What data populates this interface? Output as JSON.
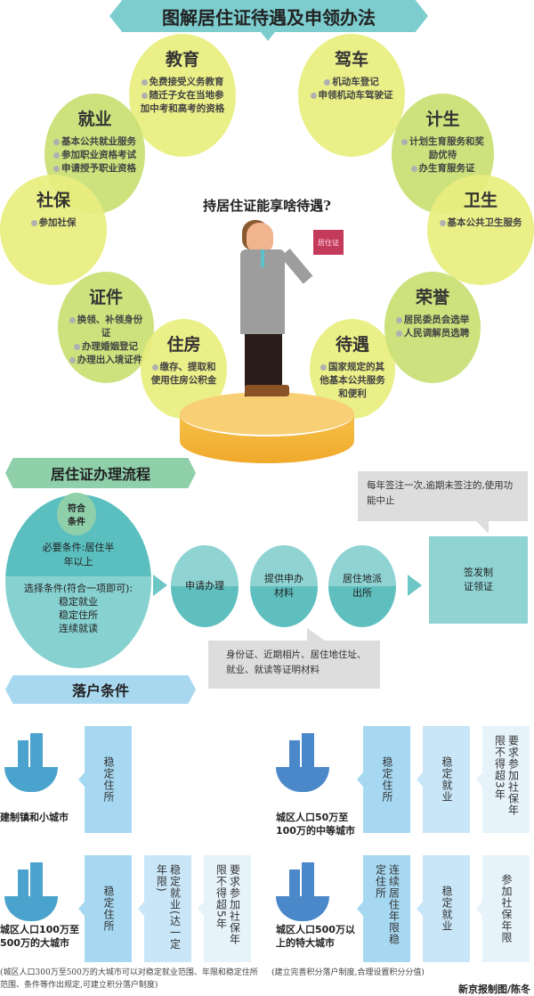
{
  "title": "图解居住证待遇及申领办法",
  "question": "持居住证能享啥待遇?",
  "card_label": "居住证",
  "benefits": [
    {
      "title": "教育",
      "items": [
        "免费接受义务教育",
        "随迁子女在当地参加中考和高考的资格"
      ]
    },
    {
      "title": "驾车",
      "items": [
        "机动车登记",
        "申领机动车驾驶证"
      ]
    },
    {
      "title": "就业",
      "items": [
        "基本公共就业服务",
        "参加职业资格考试",
        "申请授予职业资格"
      ]
    },
    {
      "title": "计生",
      "items": [
        "计划生育服务和奖励优待",
        "办生育服务证"
      ]
    },
    {
      "title": "社保",
      "items": [
        "参加社保"
      ]
    },
    {
      "title": "卫生",
      "items": [
        "基本公共卫生服务"
      ]
    },
    {
      "title": "证件",
      "items": [
        "换领、补领身份证",
        "办理婚姻登记",
        "办理出入境证件"
      ]
    },
    {
      "title": "住房",
      "items": [
        "缴存、提取和使用住房公积金"
      ]
    },
    {
      "title": "待遇",
      "items": [
        "国家规定的其他基本公共服务和便利"
      ]
    },
    {
      "title": "荣誉",
      "items": [
        "居民委员会选举",
        "人民调解员选聘"
      ]
    }
  ],
  "process": {
    "title": "居住证办理流程",
    "condition_badge": "符合条件",
    "required": "必要条件:居住半年以上",
    "optional_title": "选择条件(符合一项即可):",
    "optional": [
      "稳定就业",
      "稳定住所",
      "连续就读"
    ],
    "steps": [
      "申请办理",
      "提供申办材料",
      "居住地派出所"
    ],
    "final": "签发制证领证",
    "note_top": "每年签注一次,逾期未签注的,使用功能中止",
    "note_bottom": "身份证、近期相片、居住地住址、就业、就读等证明材料"
  },
  "hukou": {
    "title": "落户条件",
    "cities": [
      {
        "name": "建制镇和小城市",
        "conditions": [
          "稳定住所"
        ]
      },
      {
        "name": "城区人口50万至100万的中等城市",
        "conditions": [
          "稳定住所",
          "稳定就业",
          "要求参加社保年限不得超3年"
        ]
      },
      {
        "name": "城区人口100万至500万的大城市",
        "conditions": [
          "稳定住所",
          "稳定就业(达一定年限)",
          "要求参加社保年限不得超5年"
        ]
      },
      {
        "name": "城区人口500万以上的特大城市",
        "conditions": [
          "连续居住年限稳定住所",
          "稳定就业",
          "参加社保年限"
        ]
      }
    ],
    "note_left": "(城区人口300万至500万的大城市可以对稳定就业范围、年限和稳定住所范围、条件等作出规定,可建立积分落户制度)",
    "note_right": "(建立完善积分落户制度,合理设置积分分值)"
  },
  "credit": "新京报制图/陈冬"
}
